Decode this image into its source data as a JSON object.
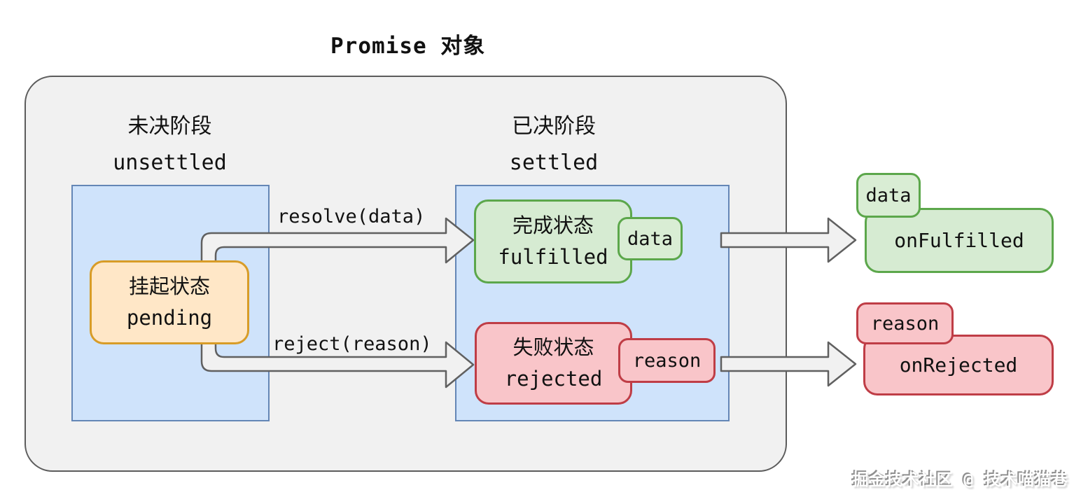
{
  "title": "Promise 对象",
  "phases": {
    "unsettled": {
      "label_zh": "未决阶段",
      "label_en": "unsettled"
    },
    "settled": {
      "label_zh": "已决阶段",
      "label_en": "settled"
    }
  },
  "states": {
    "pending": {
      "label_zh": "挂起状态",
      "label_en": "pending"
    },
    "fulfilled": {
      "label_zh": "完成状态",
      "label_en": "fulfilled",
      "payload": "data"
    },
    "rejected": {
      "label_zh": "失败状态",
      "label_en": "rejected",
      "payload": "reason"
    }
  },
  "transitions": {
    "resolve": "resolve(data)",
    "reject": "reject(reason)"
  },
  "callbacks": {
    "fulfilled": {
      "label": "onFulfilled",
      "payload": "data"
    },
    "rejected": {
      "label": "onRejected",
      "payload": "reason"
    }
  },
  "watermark": "掘金技术社区 @ 技术喵猫巷",
  "colors": {
    "container_fill": "#f1f1f1",
    "container_stroke": "#5c5c5c",
    "zone_fill": "#cfe3fb",
    "zone_stroke": "#6486b6",
    "pending_fill": "#ffe7c7",
    "pending_stroke": "#d89c27",
    "fulfilled_fill": "#d6ebd2",
    "fulfilled_stroke": "#5ca74b",
    "rejected_fill": "#f9c5c9",
    "rejected_stroke": "#bf3d46",
    "arrow_fill": "#f1f1f1",
    "arrow_stroke": "#606060"
  }
}
